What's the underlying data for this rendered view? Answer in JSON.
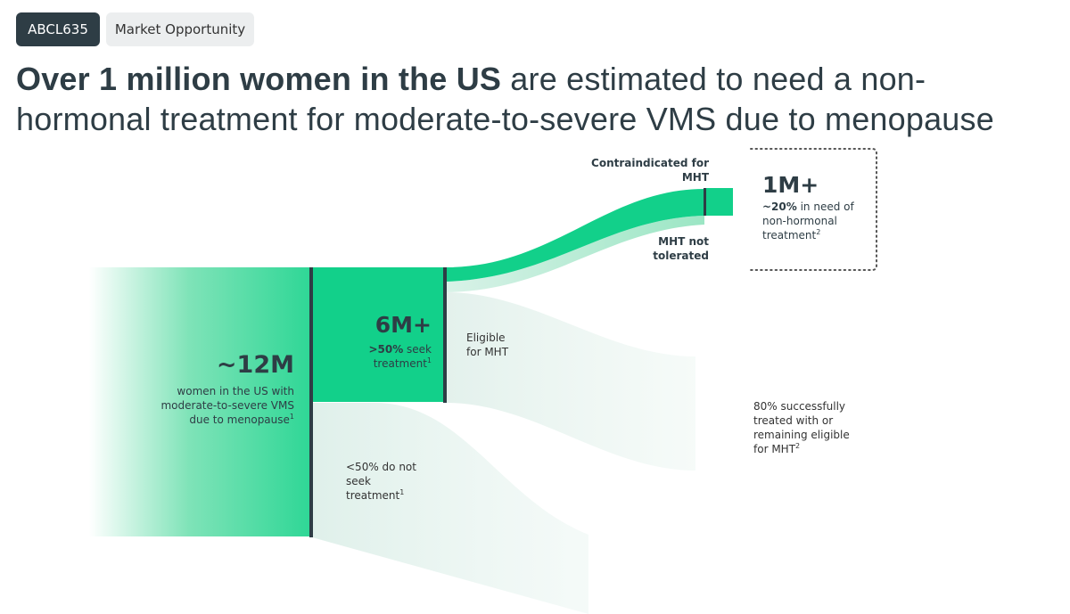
{
  "header": {
    "tag": "ABCL635",
    "section": "Market Opportunity",
    "headline_bold": "Over 1 million women in the US",
    "headline_rest": " are estimated to need a non-hormonal treatment for moderate-to-severe VMS due to menopause"
  },
  "nodes": {
    "total": {
      "value": "~12M",
      "desc": "women in the US with moderate-to-severe VMS due to menopause",
      "sup": "1"
    },
    "seek": {
      "value": "6M+",
      "pct": ">50%",
      "desc": " seek treatment",
      "sup": "1"
    },
    "not_seek": {
      "desc": "<50% do not seek treatment",
      "sup": "1"
    },
    "eligible": {
      "desc": "Eligible for MHT"
    },
    "success": {
      "desc": "80% successfully treated with or remaining eligible for MHT",
      "sup": "2"
    },
    "contraindicated": {
      "desc": "Contraindicated for MHT"
    },
    "not_tolerated": {
      "desc": "MHT not tolerated"
    },
    "need": {
      "value": "1M+",
      "pct": "~20%",
      "desc": " in need of non-hormonal treatment",
      "sup": "2"
    }
  },
  "colors": {
    "accent": "#12d08a",
    "dark": "#2e3d45",
    "pale": "#e4f3ee"
  }
}
